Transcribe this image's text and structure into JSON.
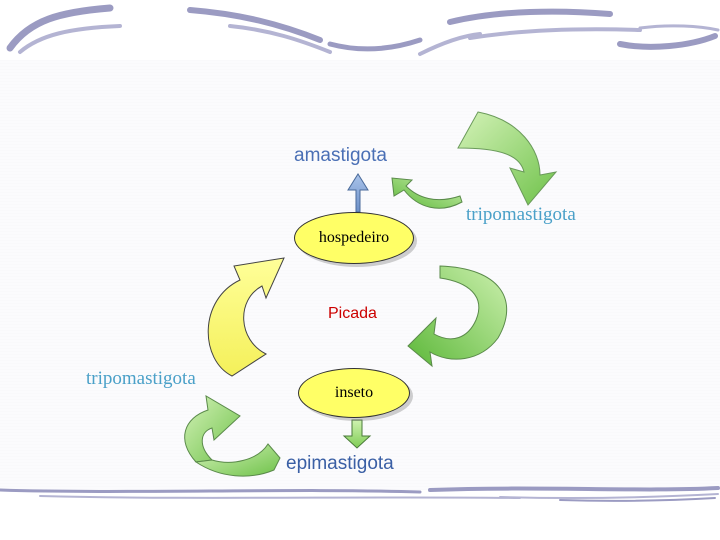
{
  "diagram": {
    "amastigota": "amastigota",
    "hospedeiro": "hospedeiro",
    "tripomastigota_right": "tripomastigota",
    "picada": "Picada",
    "tripomastigota_left": "tripomastigota",
    "inseto": "inseto",
    "epimastigota": "epimastigota"
  },
  "colors": {
    "oval_fill": "#ffff66",
    "arrow_green": "#8ed36a",
    "arrow_green_light": "#d4f2b8",
    "arrow_blue": "#86a7d6",
    "picada_red": "#cc0000",
    "amastigota_text": "#4a6fb5",
    "epimastigota_text": "#3a5fa5",
    "tripomastigota_text": "#4aa0c8",
    "deco_stroke": "#8a8ab8"
  }
}
